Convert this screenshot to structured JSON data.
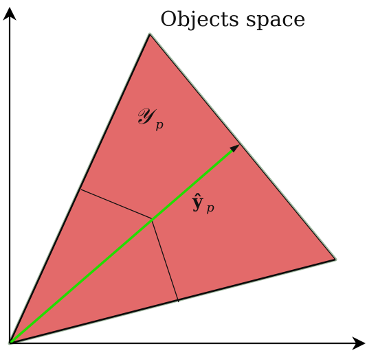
{
  "title": "Objects space",
  "region_label": {
    "main": "𝒴",
    "subscript": "p"
  },
  "vector_label": {
    "main": "ŷ",
    "subscript": "p"
  },
  "colors": {
    "triangle_fill": "#e36a6a",
    "triangle_edge": "#0b0b0b",
    "triangle_edge_shadow": "#9fb89f",
    "vector": "#22dd00",
    "axes": "#000000",
    "partition_lines": "#111111",
    "background": "#ffffff"
  }
}
